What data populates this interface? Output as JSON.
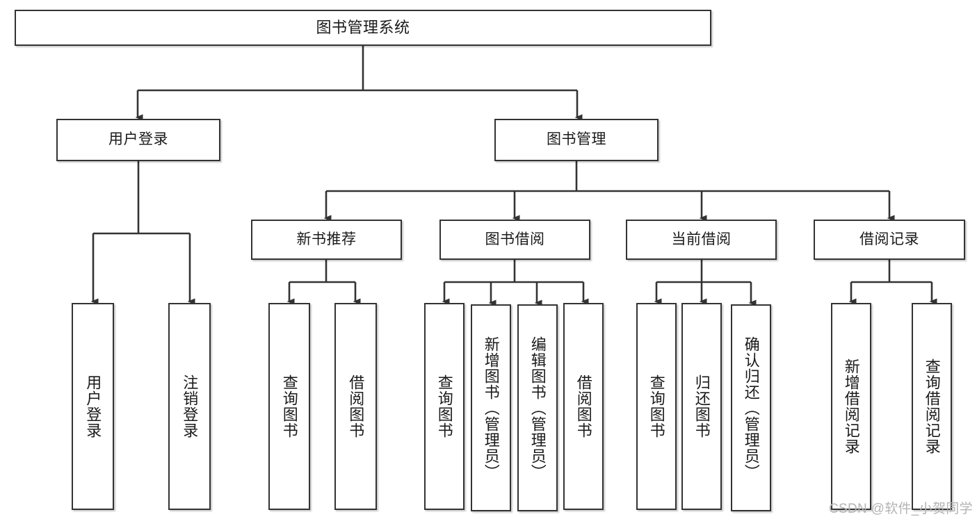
{
  "diagram": {
    "title": "图书管理系统",
    "type": "hierarchy-tree",
    "levels": {
      "root": "图书管理系统",
      "level2": [
        "用户登录",
        "图书管理"
      ],
      "level3": [
        "新书推荐",
        "图书借阅",
        "当前借阅",
        "借阅记录"
      ]
    }
  },
  "nodes": {
    "root": {
      "label": "图书管理系统"
    },
    "user_login": {
      "label": "用户登录"
    },
    "book_manage": {
      "label": "图书管理"
    },
    "new_book_rec": {
      "label": "新书推荐"
    },
    "book_borrow": {
      "label": "图书借阅"
    },
    "current_borrow": {
      "label": "当前借阅"
    },
    "borrow_record": {
      "label": "借阅记录"
    },
    "leaf_user_login": {
      "label": "用户登录"
    },
    "leaf_logout": {
      "label": "注销登录"
    },
    "leaf_query_book_1": {
      "label": "查询图书"
    },
    "leaf_borrow_book_1": {
      "label": "借阅图书"
    },
    "leaf_query_book_2": {
      "label": "查询图书"
    },
    "leaf_add_book": {
      "label": "新增图书（管理员）"
    },
    "leaf_edit_book": {
      "label": "编辑图书（管理员）"
    },
    "leaf_borrow_book_2": {
      "label": "借阅图书"
    },
    "leaf_query_book_3": {
      "label": "查询图书"
    },
    "leaf_return_book": {
      "label": "归还图书"
    },
    "leaf_confirm_return": {
      "label": "确认归还（管理员）"
    },
    "leaf_add_record": {
      "label": "新增借阅记录"
    },
    "leaf_query_record": {
      "label": "查询借阅记录"
    }
  },
  "watermark": {
    "text": "CSDN @软件_小贺同学"
  },
  "colors": {
    "border": "#333333",
    "text": "#1a1a1a",
    "background": "#ffffff",
    "watermark": "#b3b3b3"
  }
}
